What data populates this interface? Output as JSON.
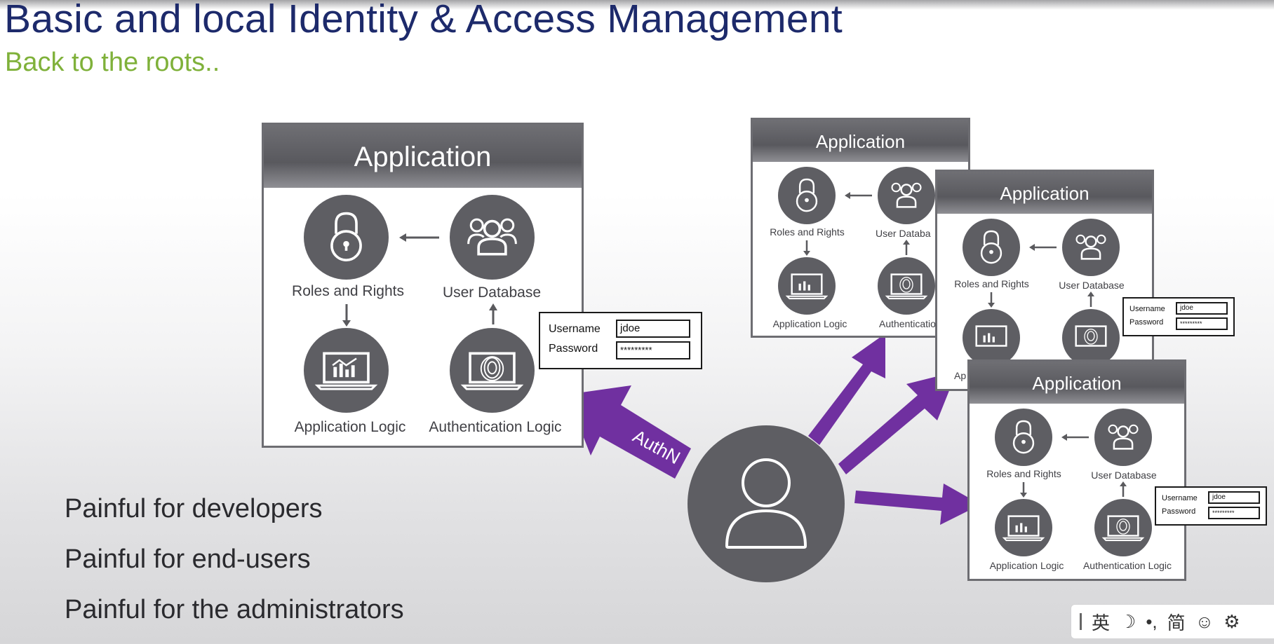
{
  "slide": {
    "title": "Basic and local Identity & Access Management",
    "subtitle": "Back to the roots.."
  },
  "bullets": [
    "Painful for developers",
    "Painful for end-users",
    "Painful for the administrators"
  ],
  "app_box": {
    "title": "Application",
    "nodes": {
      "roles": "Roles and Rights",
      "userdb": "User Database",
      "applogic": "Application Logic",
      "authlogic": "Authentication Logic"
    },
    "truncated_userdb": "User Databa",
    "truncated_authlogic": "Authentication",
    "truncated_applogic": "Ap"
  },
  "login_card": {
    "username_label": "Username",
    "password_label": "Password",
    "username_value": "jdoe",
    "password_value": "*********"
  },
  "arrow_label": "AuthN",
  "ime_toolbar": {
    "lang": "英",
    "moon": "☽",
    "punct": "•,",
    "script": "简",
    "emoji": "☺",
    "settings": "⚙"
  },
  "colors": {
    "title": "#1d2a6b",
    "subtitle": "#7fb13a",
    "arrow": "#7030a0",
    "node": "#5e5e63"
  },
  "icons": [
    "lock-icon",
    "users-icon",
    "laptop-chart-icon",
    "laptop-fingerprint-icon",
    "user-icon"
  ]
}
